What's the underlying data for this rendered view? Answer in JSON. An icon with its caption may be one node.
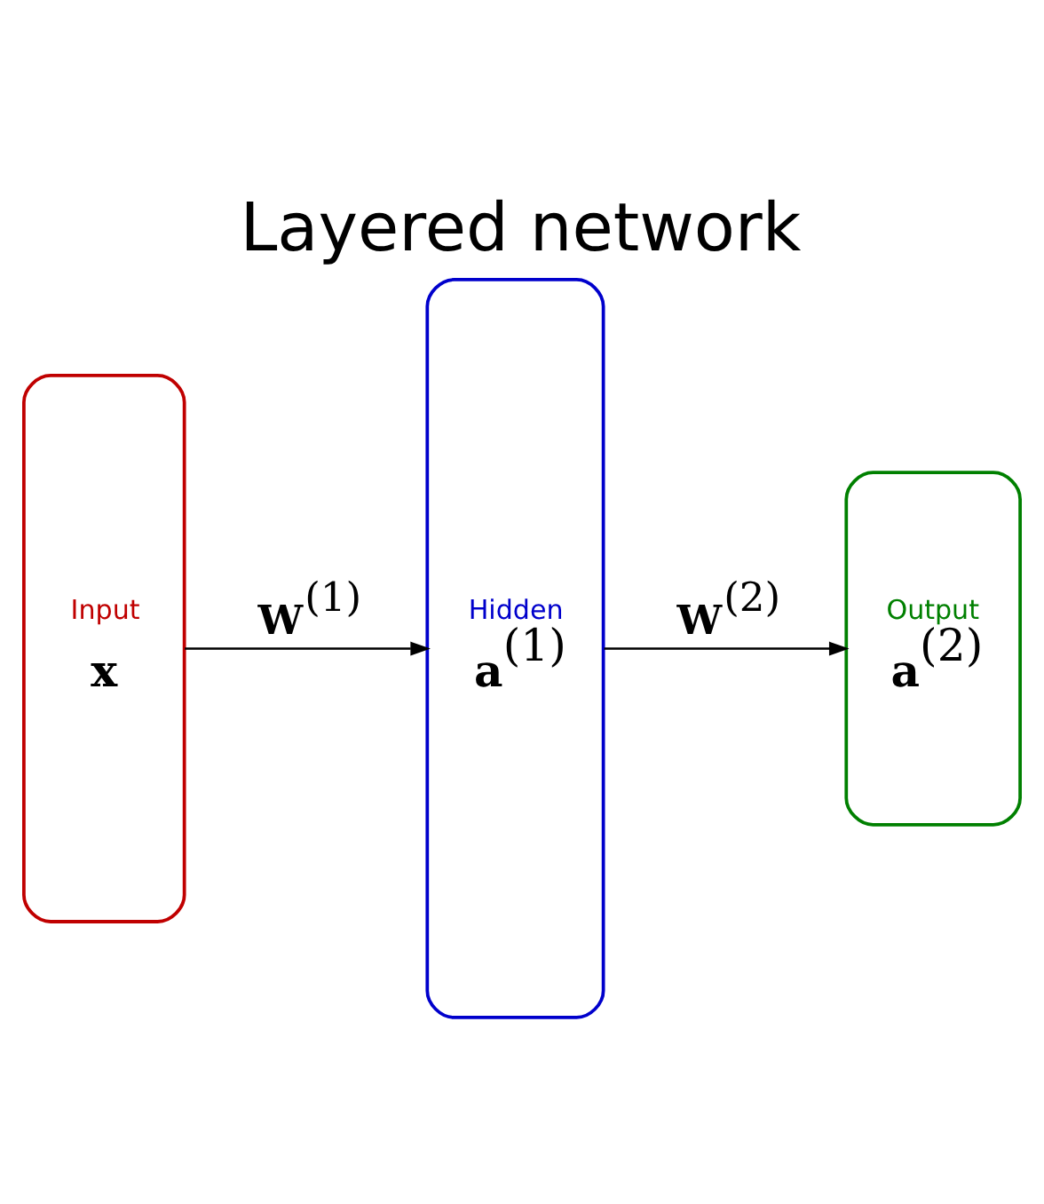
{
  "diagram": {
    "title": "Layered network",
    "nodes": [
      {
        "text": [
          "Input",
          "**x**"
        ]
      },
      {
        "text": [
          "Hidden",
          "**a**$^{(1)}$"
        ]
      },
      {
        "text": [
          "Output",
          "**a**$^{(2)}$"
        ]
      }
    ],
    "edges": [
      {
        "from": 0,
        "to": 1,
        "arrow": "to",
        "label": "**W**$^{(1)}$"
      },
      {
        "from": 1,
        "to": 2,
        "arrow": "to",
        "label": "**W**$^{(2)}$"
      }
    ]
  }
}
